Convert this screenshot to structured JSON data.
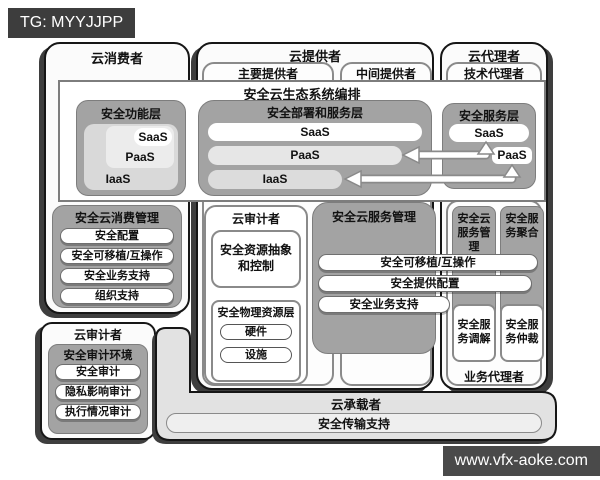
{
  "overlays": {
    "tg_label": "TG: MYYJJPP",
    "site_label": "www.vfx-aoke.com"
  },
  "colors": {
    "watermark_bg": "#3d3d3d",
    "shadow": "#3e3e3e",
    "dark_box": "#a3a3a3",
    "light_bar": "#e2e2e2",
    "carrier_band": "#e2e2e2",
    "border_dark": "#161616",
    "border_gray": "#8a8a8a",
    "white": "#ffffff"
  },
  "consumer": {
    "title": "云消费者",
    "function_layer": {
      "title": "安全功能层",
      "saas": "SaaS",
      "paas": "PaaS",
      "iaas": "IaaS"
    },
    "mgmt": {
      "title": "安全云消费管理",
      "items": [
        "安全配置",
        "安全可移植/互操作",
        "安全业务支持",
        "组织支持"
      ]
    }
  },
  "provider": {
    "title": "云提供者",
    "primary_label": "主要提供者",
    "intermediate_label": "中间提供者",
    "orchestration_title": "安全云生态系统编排",
    "deploy_layer": {
      "title": "安全部署和服务层",
      "saas": "SaaS",
      "paas": "PaaS",
      "iaas": "IaaS"
    },
    "auditor_column": {
      "title": "云审计者",
      "abstraction": "安全资源抽象和控制",
      "physical": {
        "title": "安全物理资源层",
        "items": [
          "硬件",
          "设施"
        ]
      }
    },
    "service_mgmt": {
      "title": "安全云服务管理",
      "bars": [
        "安全可移植/互操作",
        "安全提供配置",
        "安全业务支持"
      ]
    }
  },
  "broker": {
    "title": "云代理者",
    "technical_label": "技术代理者",
    "service_layer": {
      "title": "安全服务层",
      "saas": "SaaS",
      "paas": "PaaS"
    },
    "business": {
      "label": "业务代理者",
      "mgmt": "安全云服务管理",
      "aggregation": "安全服务聚合",
      "mediation": "安全服务调解",
      "arbitrage": "安全服务仲裁"
    }
  },
  "auditor": {
    "title": "云审计者",
    "env": {
      "title": "安全审计环境",
      "items": [
        "安全审计",
        "隐私影响审计",
        "执行情况审计"
      ]
    }
  },
  "carrier": {
    "title": "云承载者",
    "support": "安全传输支持"
  }
}
